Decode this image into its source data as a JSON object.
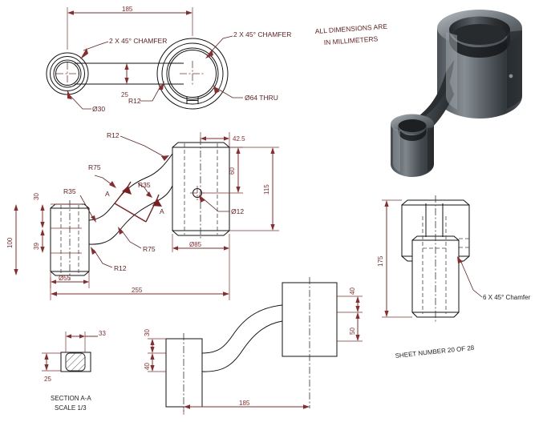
{
  "sheet": {
    "background": "#ffffff",
    "dim_color": "#8b2b2b",
    "line_color": "#111111",
    "note_main": "ALL DIMENSIONS ARE",
    "note_main2": "IN MILLIMETERS",
    "footer": "SHEET NUMBER 20 OF 28",
    "section_title": "SECTION A-A",
    "section_scale": "SCALE 1/3"
  },
  "views": {
    "top_view": {
      "name": "plan-view-connecting-rod",
      "dims": {
        "length": "185",
        "web_thickness": "25",
        "small_bore": "Ø30",
        "large_bore": "Ø64 THRU",
        "fillet": "R12",
        "chamfer_left": "2 X 45° CHAMFER",
        "chamfer_right": "2 X 45° CHAMFER"
      }
    },
    "front_view": {
      "name": "front-elevation-view",
      "dims": {
        "boss_small_dia": "Ø55",
        "boss_large_dia": "Ø85",
        "offset_top": "30",
        "offset_mid": "39",
        "height_left": "100",
        "overall_length": "255",
        "hole_offset": "42.5",
        "hole_center_height": "60",
        "boss_height": "115",
        "cross_hole": "Ø12",
        "radius_a": "R12",
        "radius_b": "R75",
        "radius_c": "R35",
        "radius_d": "R35",
        "radius_e": "R75",
        "radius_f": "R12",
        "section_mark_left": "A",
        "section_mark_right": "A"
      }
    },
    "side_view": {
      "name": "right-side-view",
      "dims": {
        "height": "175",
        "chamfer": "6 X 45° Chamfer"
      }
    },
    "bottom_view": {
      "name": "bottom-plan-view",
      "dims": {
        "left_top": "30",
        "left_bottom": "40",
        "right_top": "40",
        "right_bottom": "50",
        "length": "185"
      }
    },
    "section_aa": {
      "name": "section-a-a-detail",
      "dims": {
        "width": "33",
        "height": "25"
      }
    },
    "iso_view": {
      "name": "isometric-3d-model",
      "shade_dark": "#3a3e42",
      "shade_mid": "#5f666c",
      "shade_light": "#9aa1a7"
    }
  }
}
